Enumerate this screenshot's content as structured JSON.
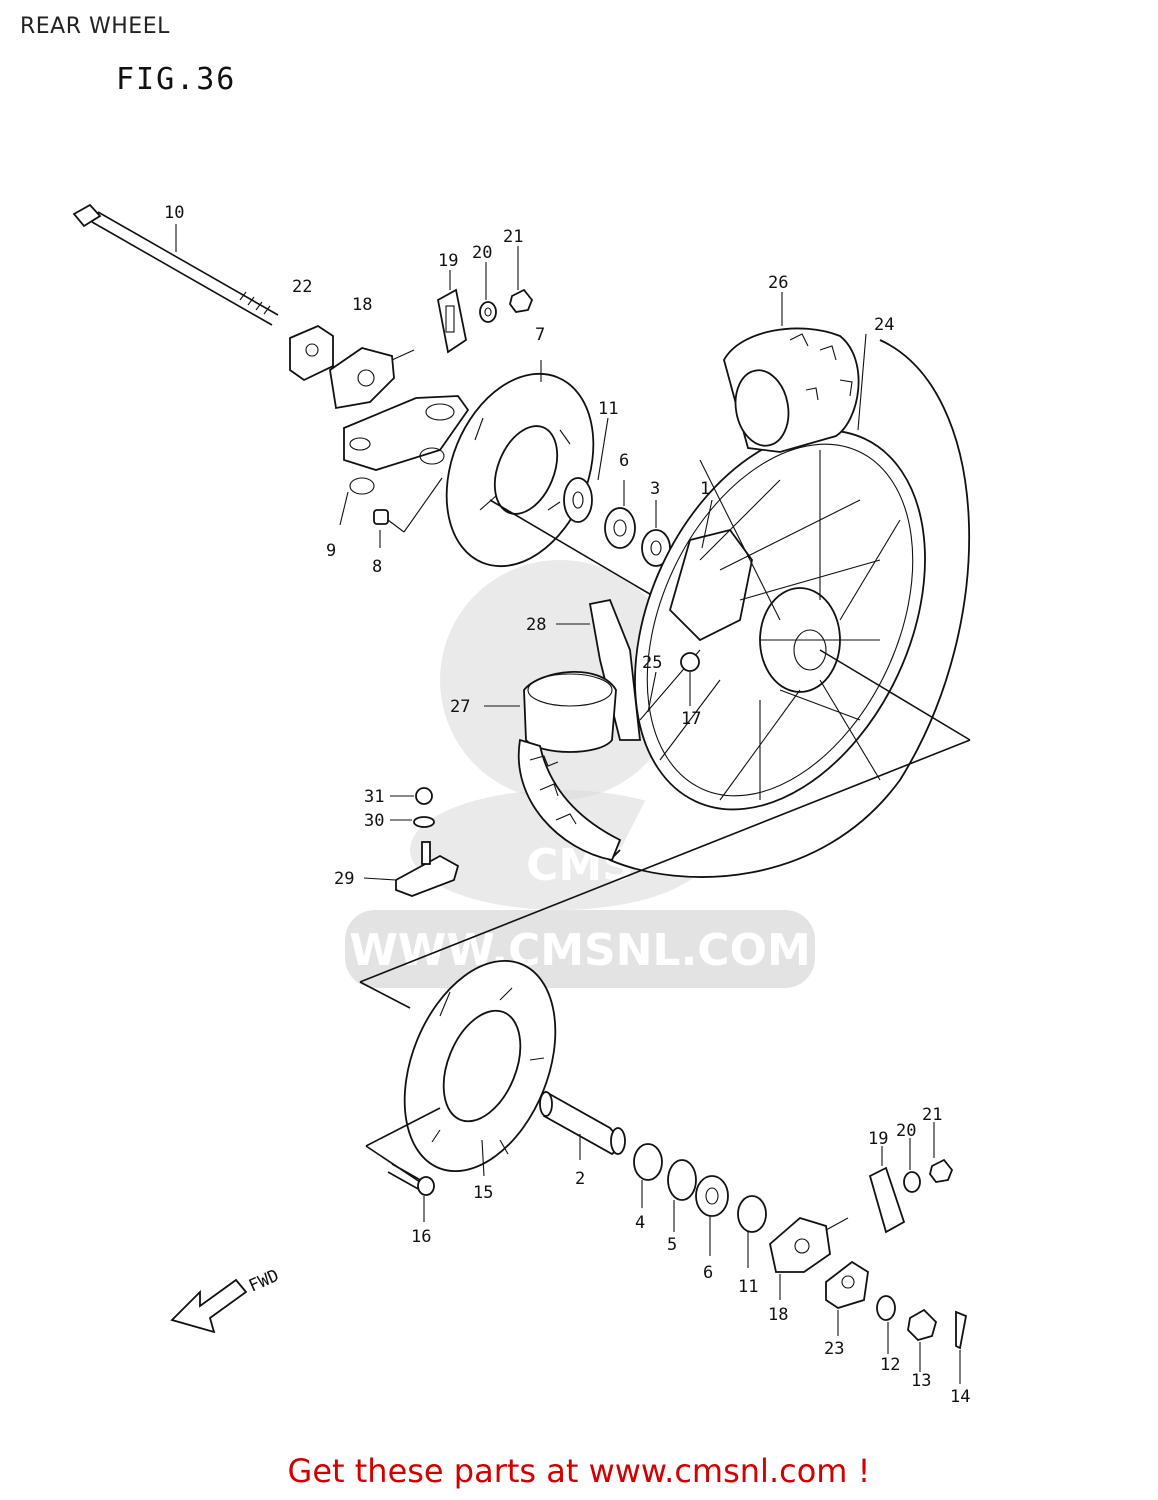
{
  "header": {
    "title": "REAR WHEEL",
    "figure": "FIG.36"
  },
  "watermark": {
    "site": "WWW.CMSNL.COM",
    "logo_text": "CMS"
  },
  "direction": {
    "label": "FWD"
  },
  "footer": {
    "text": "Get these parts at www.cmsnl.com !"
  },
  "callouts": [
    "1",
    "2",
    "3",
    "4",
    "5",
    "6",
    "6",
    "7",
    "8",
    "9",
    "10",
    "11",
    "11",
    "12",
    "13",
    "14",
    "15",
    "16",
    "17",
    "18",
    "18",
    "19",
    "19",
    "20",
    "20",
    "21",
    "21",
    "22",
    "23",
    "24",
    "25",
    "26",
    "27",
    "28",
    "29",
    "30",
    "31"
  ],
  "colors": {
    "footer": "#d40000",
    "line": "#111111",
    "watermark": "#d9d9d9"
  }
}
